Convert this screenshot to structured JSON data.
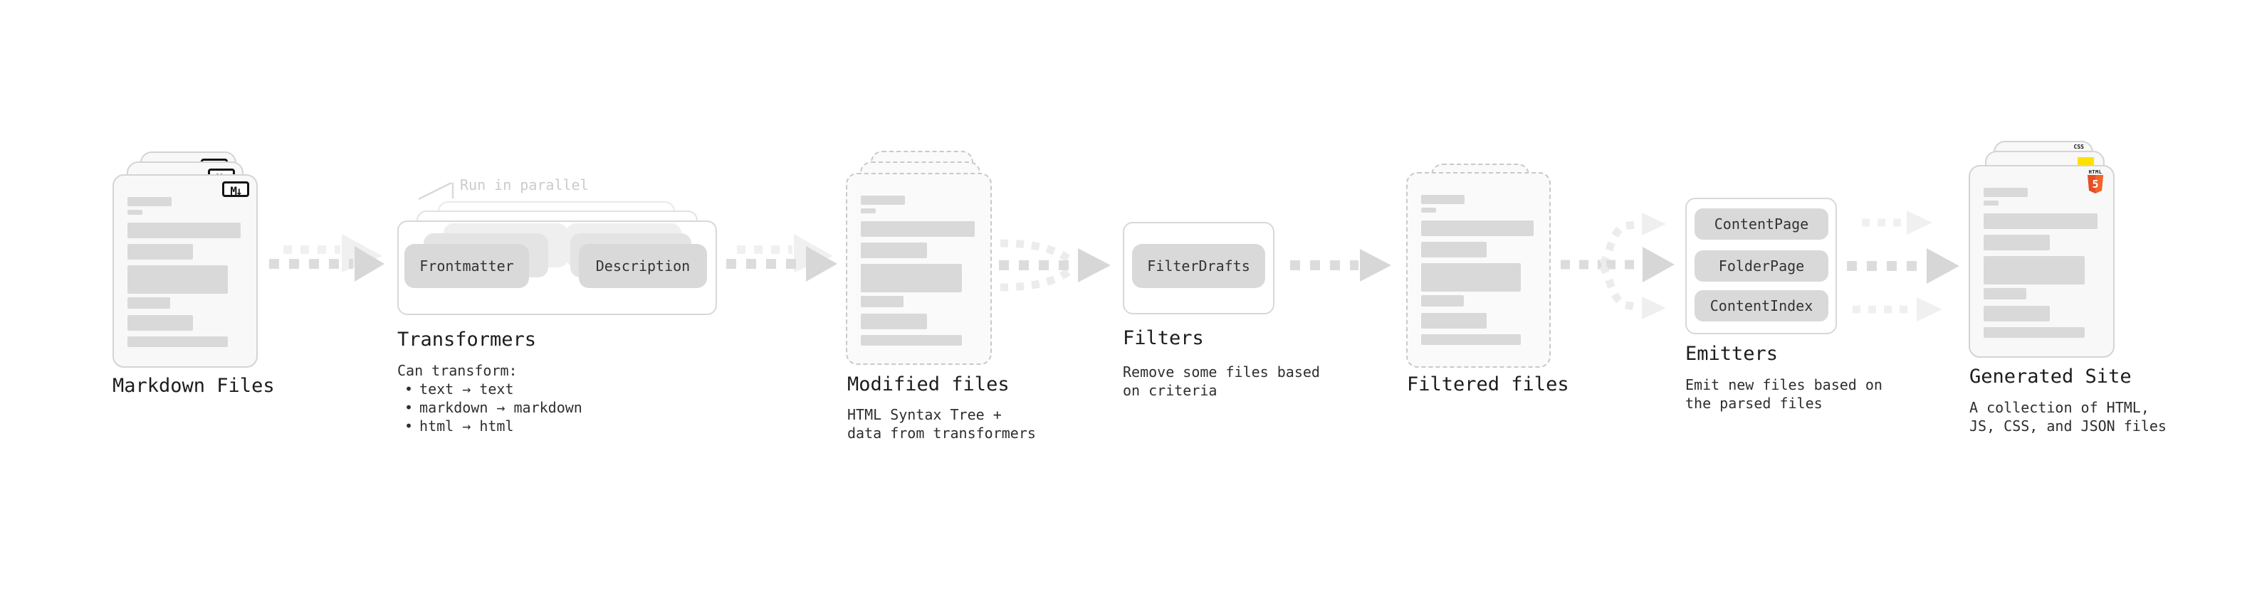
{
  "stages": {
    "markdown_files": {
      "title": "Markdown Files",
      "badge": "M↓"
    },
    "transformers": {
      "title": "Transformers",
      "note": "Run in parallel",
      "pill_left": "Frontmatter",
      "pill_right": "Description",
      "body_heading": "Can transform:",
      "bullet_marker": "•",
      "bullets": [
        "text → text",
        "markdown → markdown",
        "html → html"
      ]
    },
    "modified_files": {
      "title": "Modified files",
      "subtitle": [
        "HTML Syntax Tree +",
        "data from transformers"
      ]
    },
    "filters": {
      "title": "Filters",
      "pill": "FilterDrafts",
      "subtitle": [
        "Remove some files based",
        "on criteria"
      ]
    },
    "filtered_files": {
      "title": "Filtered files"
    },
    "emitters": {
      "title": "Emitters",
      "pills": [
        "ContentPage",
        "FolderPage",
        "ContentIndex"
      ],
      "subtitle": [
        "Emit new files based on",
        "the parsed files"
      ]
    },
    "generated_site": {
      "title": "Generated Site",
      "subtitle": [
        "A collection of HTML,",
        "JS, CSS, and JSON files"
      ],
      "css_badge": "CSS",
      "html_badge_label": "HTML",
      "html_badge_number": "5"
    }
  },
  "colors": {
    "html5_orange_left": "#e44d26",
    "html5_orange_right": "#f16529",
    "js_yellow": "#ffe100",
    "css_blue": "#2f6fe4",
    "pill_gray": "#d9d9d9",
    "arrow_dark": "#d7d7d7",
    "arrow_light": "#efefef",
    "note_gray": "#cbcbcb"
  }
}
